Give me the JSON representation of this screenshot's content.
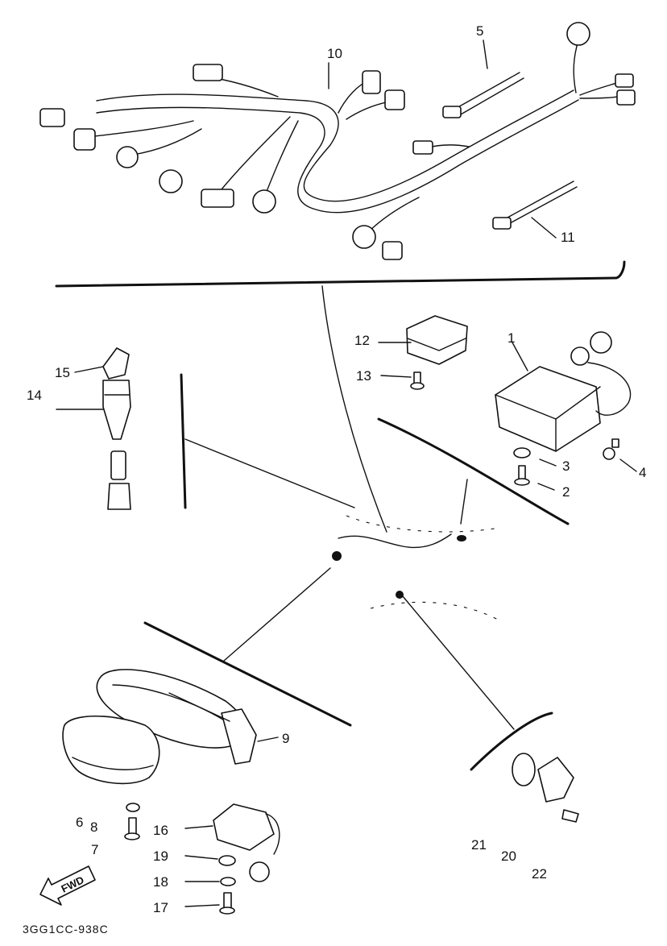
{
  "diagram": {
    "drawing_code": "3GG1CC-938C",
    "direction_marker": "FWD",
    "callouts": [
      {
        "id": "c1",
        "text": "1"
      },
      {
        "id": "c2",
        "text": "2"
      },
      {
        "id": "c3",
        "text": "3"
      },
      {
        "id": "c4",
        "text": "4"
      },
      {
        "id": "c5",
        "text": "5"
      },
      {
        "id": "c6",
        "text": "6"
      },
      {
        "id": "c7",
        "text": "7"
      },
      {
        "id": "c8",
        "text": "8"
      },
      {
        "id": "c9",
        "text": "9"
      },
      {
        "id": "c10",
        "text": "10"
      },
      {
        "id": "c11",
        "text": "11"
      },
      {
        "id": "c12",
        "text": "12"
      },
      {
        "id": "c13",
        "text": "13"
      },
      {
        "id": "c14",
        "text": "14"
      },
      {
        "id": "c15",
        "text": "15"
      },
      {
        "id": "c16",
        "text": "16"
      },
      {
        "id": "c17",
        "text": "17"
      },
      {
        "id": "c18",
        "text": "18"
      },
      {
        "id": "c19",
        "text": "19"
      },
      {
        "id": "c20",
        "text": "20"
      },
      {
        "id": "c21",
        "text": "21"
      },
      {
        "id": "c22",
        "text": "22"
      }
    ]
  }
}
